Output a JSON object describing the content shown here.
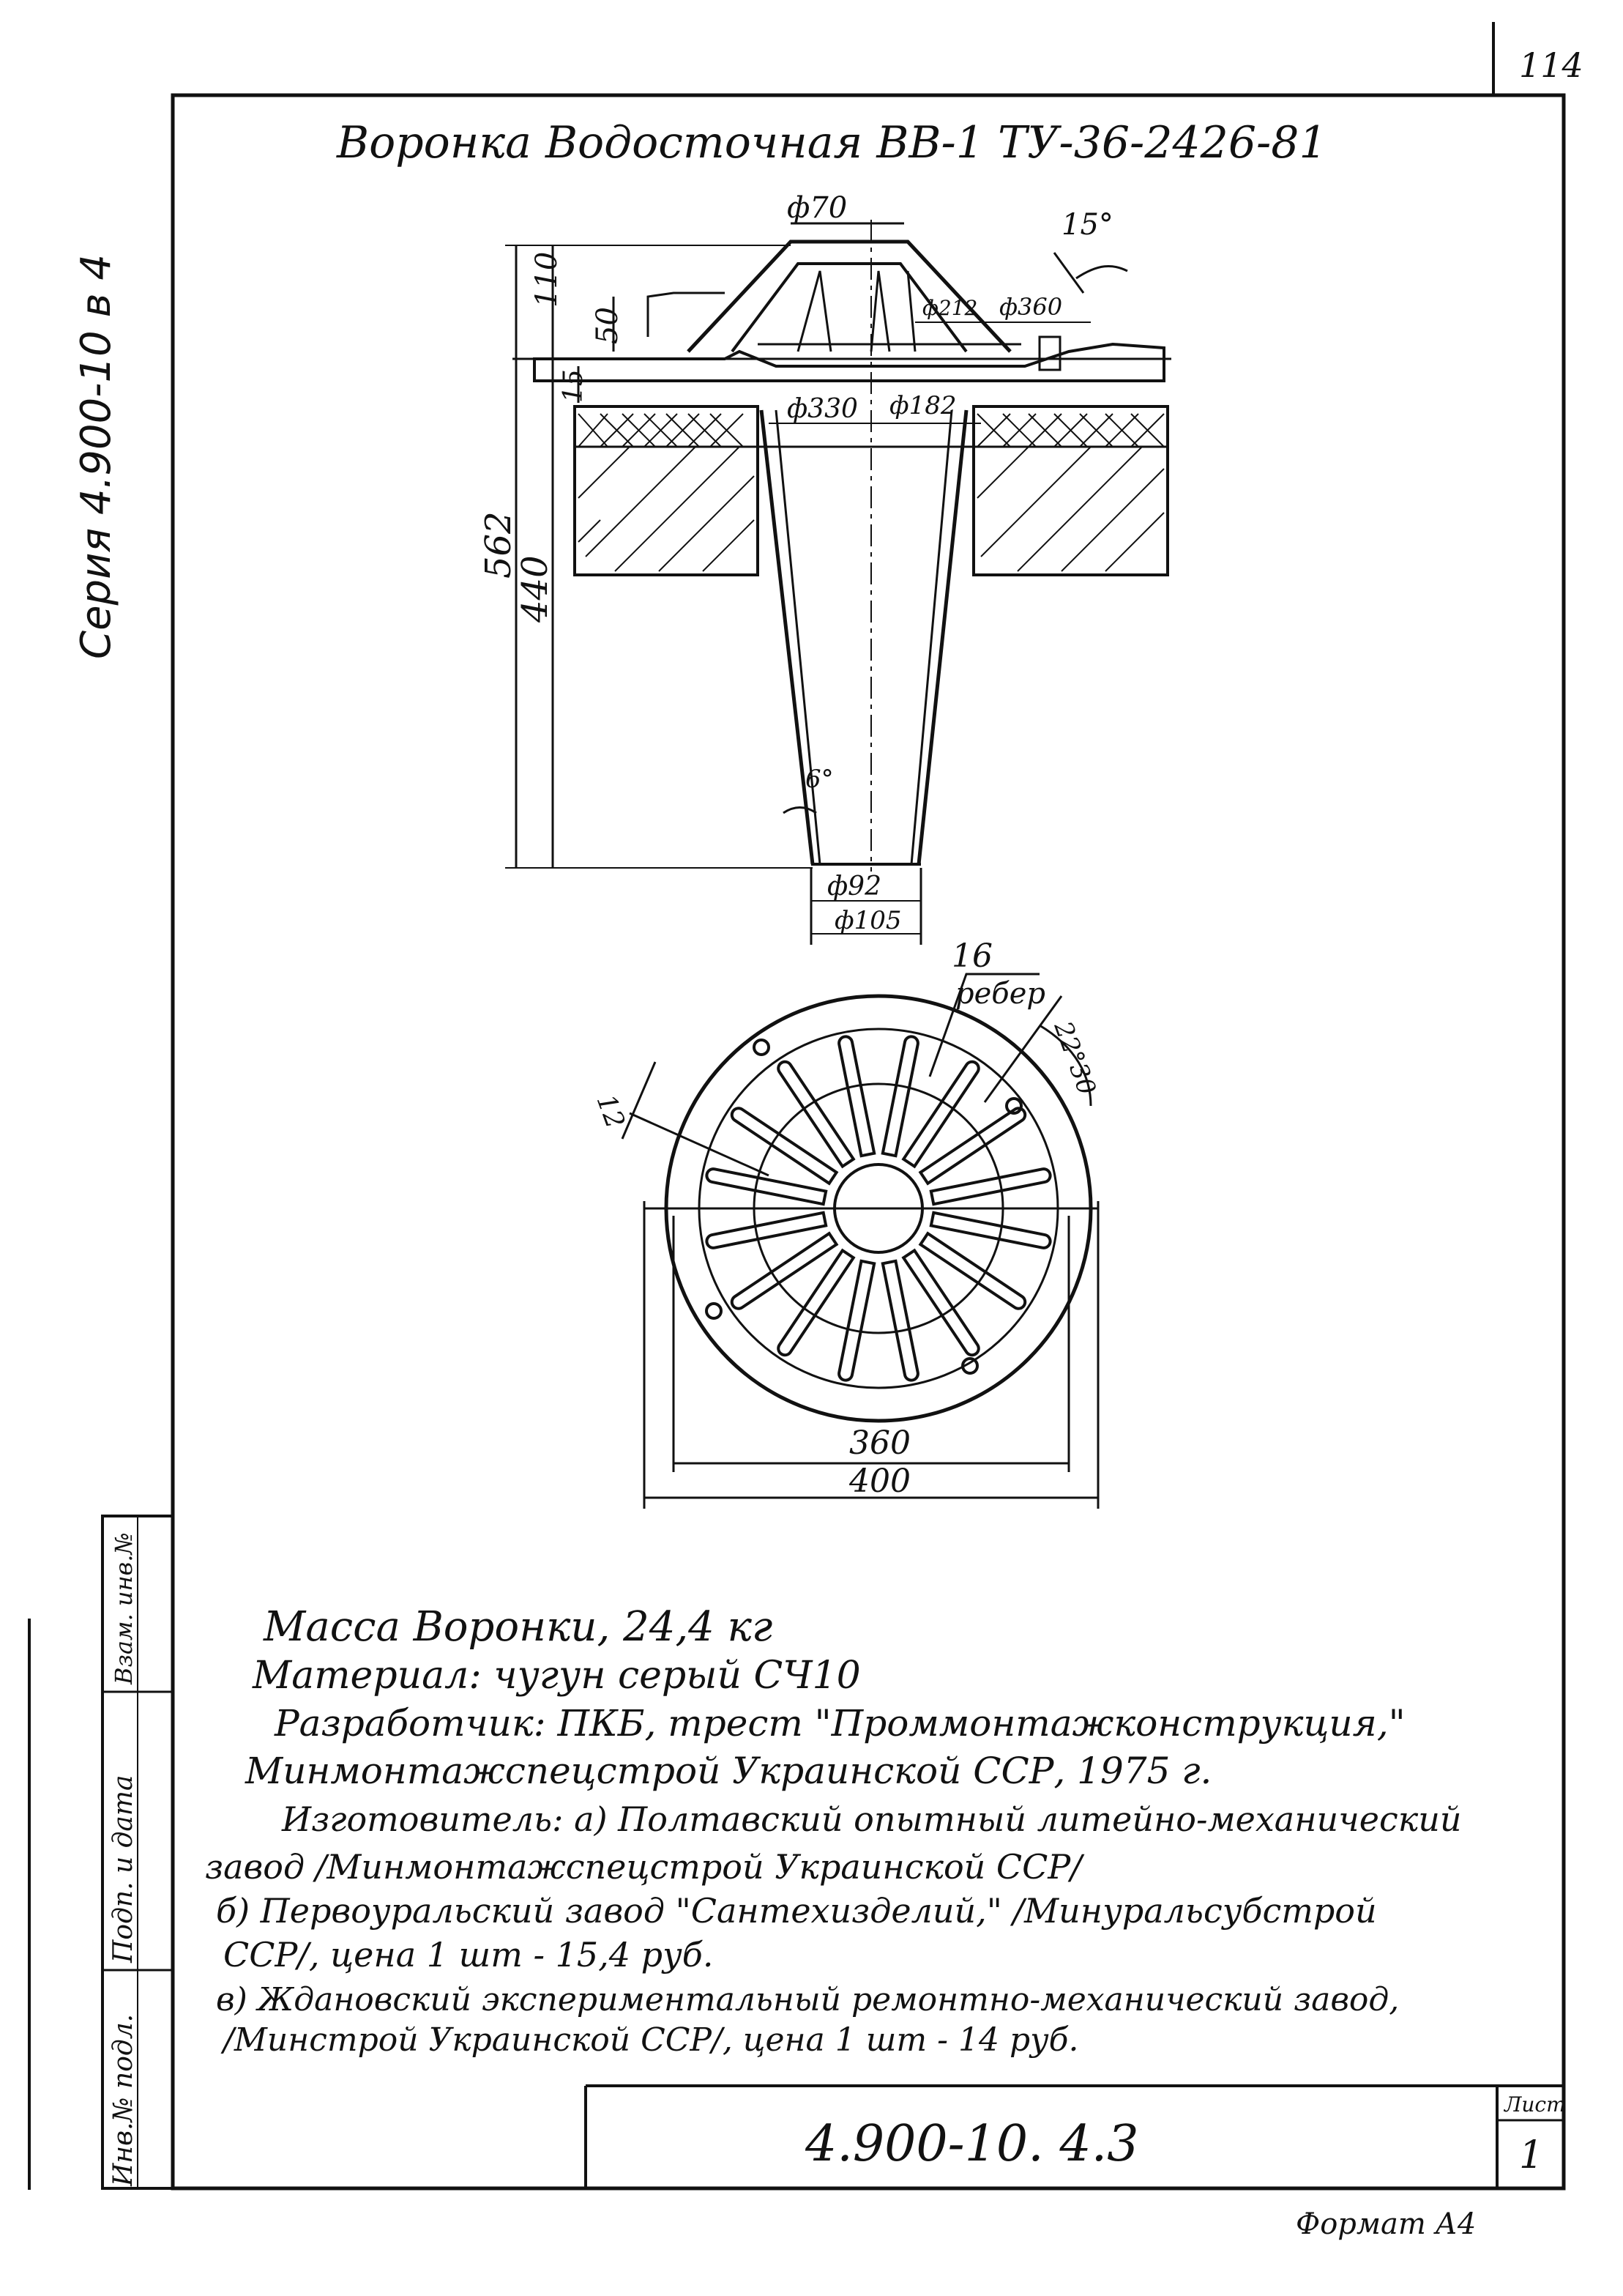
{
  "sheet_number_corner": "114",
  "series_vertical": "Серия 4.900-10 в 4",
  "title": "Воронка Водосточная ВВ-1 ТУ-36-2426-81",
  "dimensions": {
    "d70": "ф70",
    "angle15": "15°",
    "d360": "ф360",
    "d212": "ф212",
    "d330": "ф330",
    "d182": "ф182",
    "h110": "110",
    "h50": "50",
    "h15": "15",
    "h562": "562",
    "h440": "440",
    "angle6": "6°",
    "d92": "ф92",
    "d105": "ф105",
    "ribs_count": "16",
    "ribs_word": "ребер",
    "angle22": "22°30",
    "rib12": "12",
    "w360": "360",
    "w400": "400"
  },
  "notes": [
    "Масса Воронки,                    24,4 кг",
    "Материал: чугун серый  СЧ10",
    "Разработчик: ПКБ, трест \"Проммонтажконструкция,\"",
    "Минмонтажспецстрой Украинской ССР, 1975 г.",
    "Изготовитель: а) Полтавский опытный литейно-механический",
    "завод /Минмонтажспецстрой Украинской ССР/",
    "б) Первоуральский завод \"Сантехизделий,\" /Минуральсубстрой",
    "ССР/, цена 1 шт - 15,4 руб.",
    "в) Ждановский экспериментальный ремонтно-механический завод,",
    "/Минстрой Украинской ССР/, цена 1 шт - 14 руб."
  ],
  "stamp": {
    "side_labels": [
      "Инв.№ подл.",
      "Подп. и дата",
      "Взам. инв.№"
    ],
    "doc_number": "4.900-10. 4.3",
    "sheet_label": "Лист",
    "sheet_value": "1",
    "format": "Формат А4"
  }
}
